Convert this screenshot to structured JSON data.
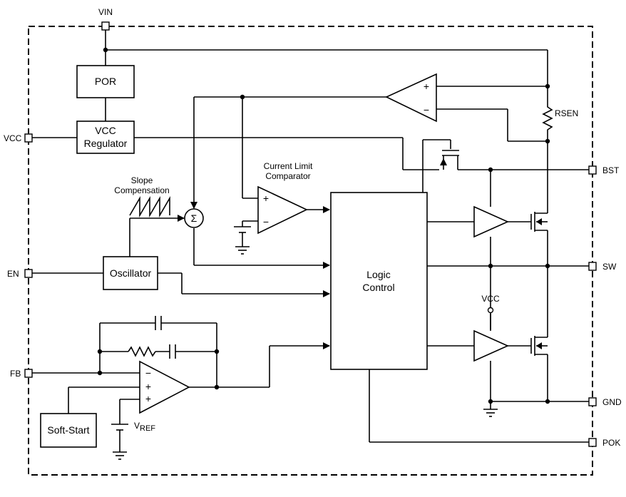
{
  "pins": {
    "vin": "VIN",
    "vcc": "VCC",
    "en": "EN",
    "fb": "FB",
    "bst": "BST",
    "sw": "SW",
    "gnd": "GND",
    "pok": "POK"
  },
  "blocks": {
    "por": "POR",
    "vcc_regulator_line1": "VCC",
    "vcc_regulator_line2": "Regulator",
    "oscillator": "Oscillator",
    "soft_start": "Soft-Start",
    "logic_line1": "Logic",
    "logic_line2": "Control"
  },
  "labels": {
    "rsen": "RSEN",
    "current_limit_line1": "Current Limit",
    "current_limit_line2": "Comparator",
    "slope_line1": "Slope",
    "slope_line2": "Compensation",
    "vcc_supply": "VCC",
    "vref_main": "V",
    "vref_sub": "REF",
    "sigma": "Σ",
    "plus": "+",
    "minus": "−"
  }
}
